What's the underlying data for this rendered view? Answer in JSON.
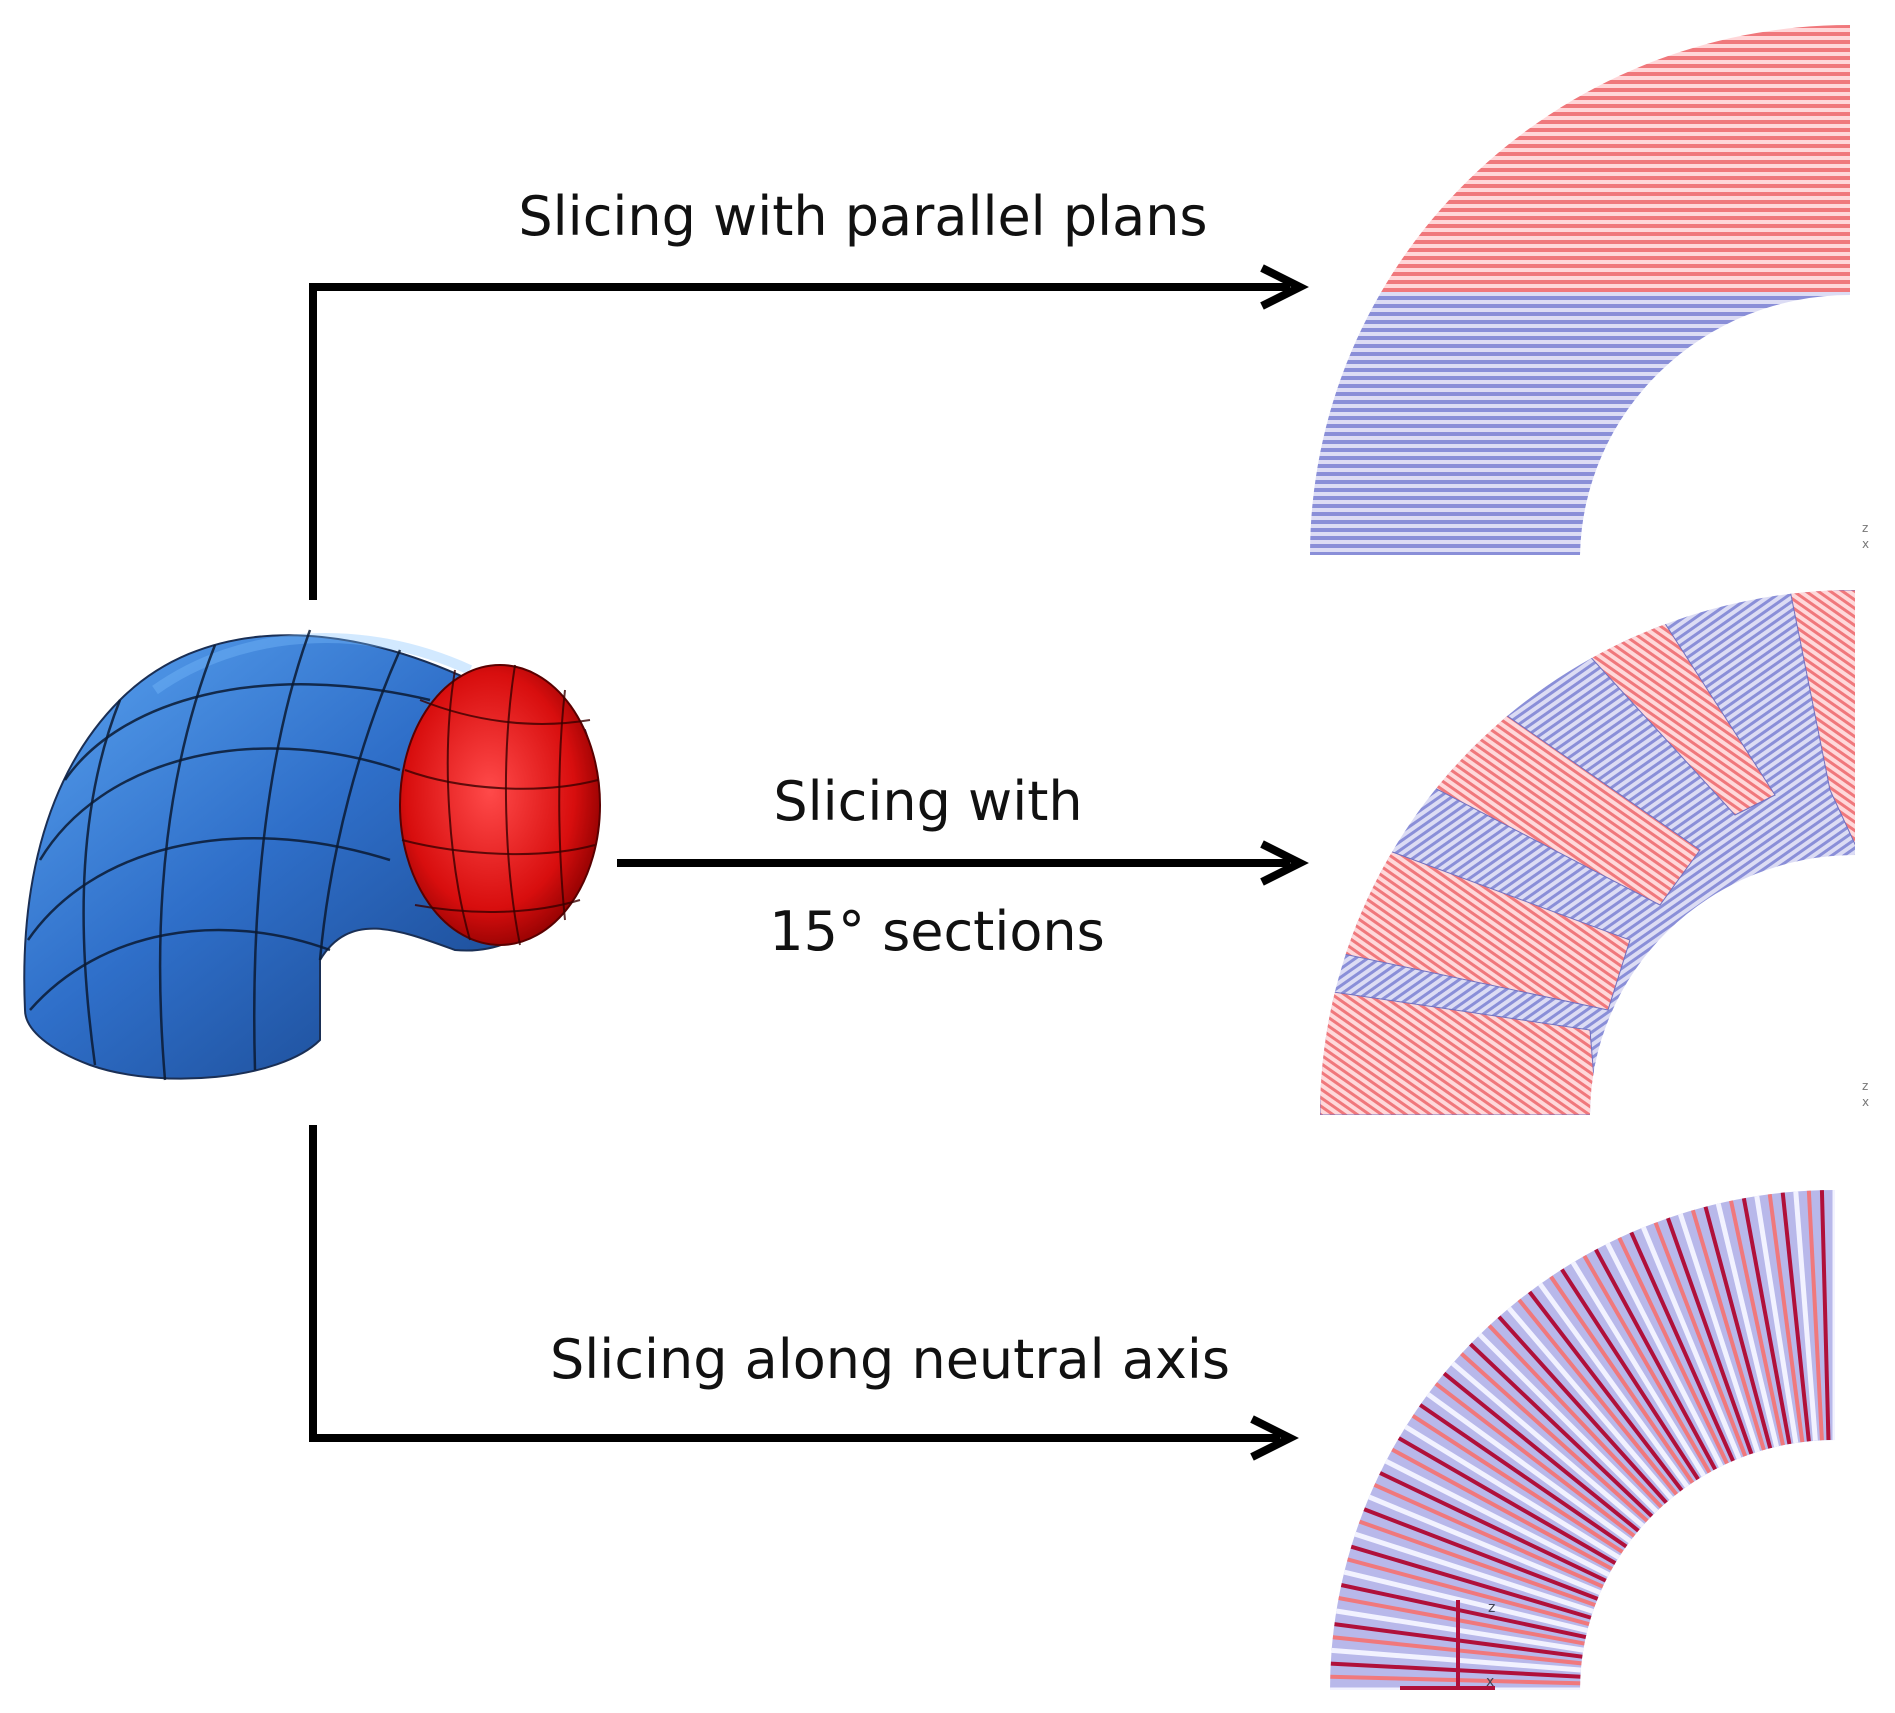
{
  "labels": {
    "top": "Slicing with parallel plans",
    "middle_line1": "Slicing with",
    "middle_line2": "15° sections",
    "bottom": "Slicing along neutral axis"
  },
  "axis_glyphs": {
    "z": "z",
    "x": "x"
  },
  "colors": {
    "pipe_outer": "#2f6fc9",
    "pipe_inner": "#e11414",
    "hatch_red": "#f0787c",
    "hatch_blue": "#8a8fd8",
    "arrow": "#000000",
    "path_dark_red": "#b0103a",
    "gap_white": "#f2f2ff"
  },
  "icons": [
    "pipe-elbow-icon",
    "arrow-icon"
  ]
}
